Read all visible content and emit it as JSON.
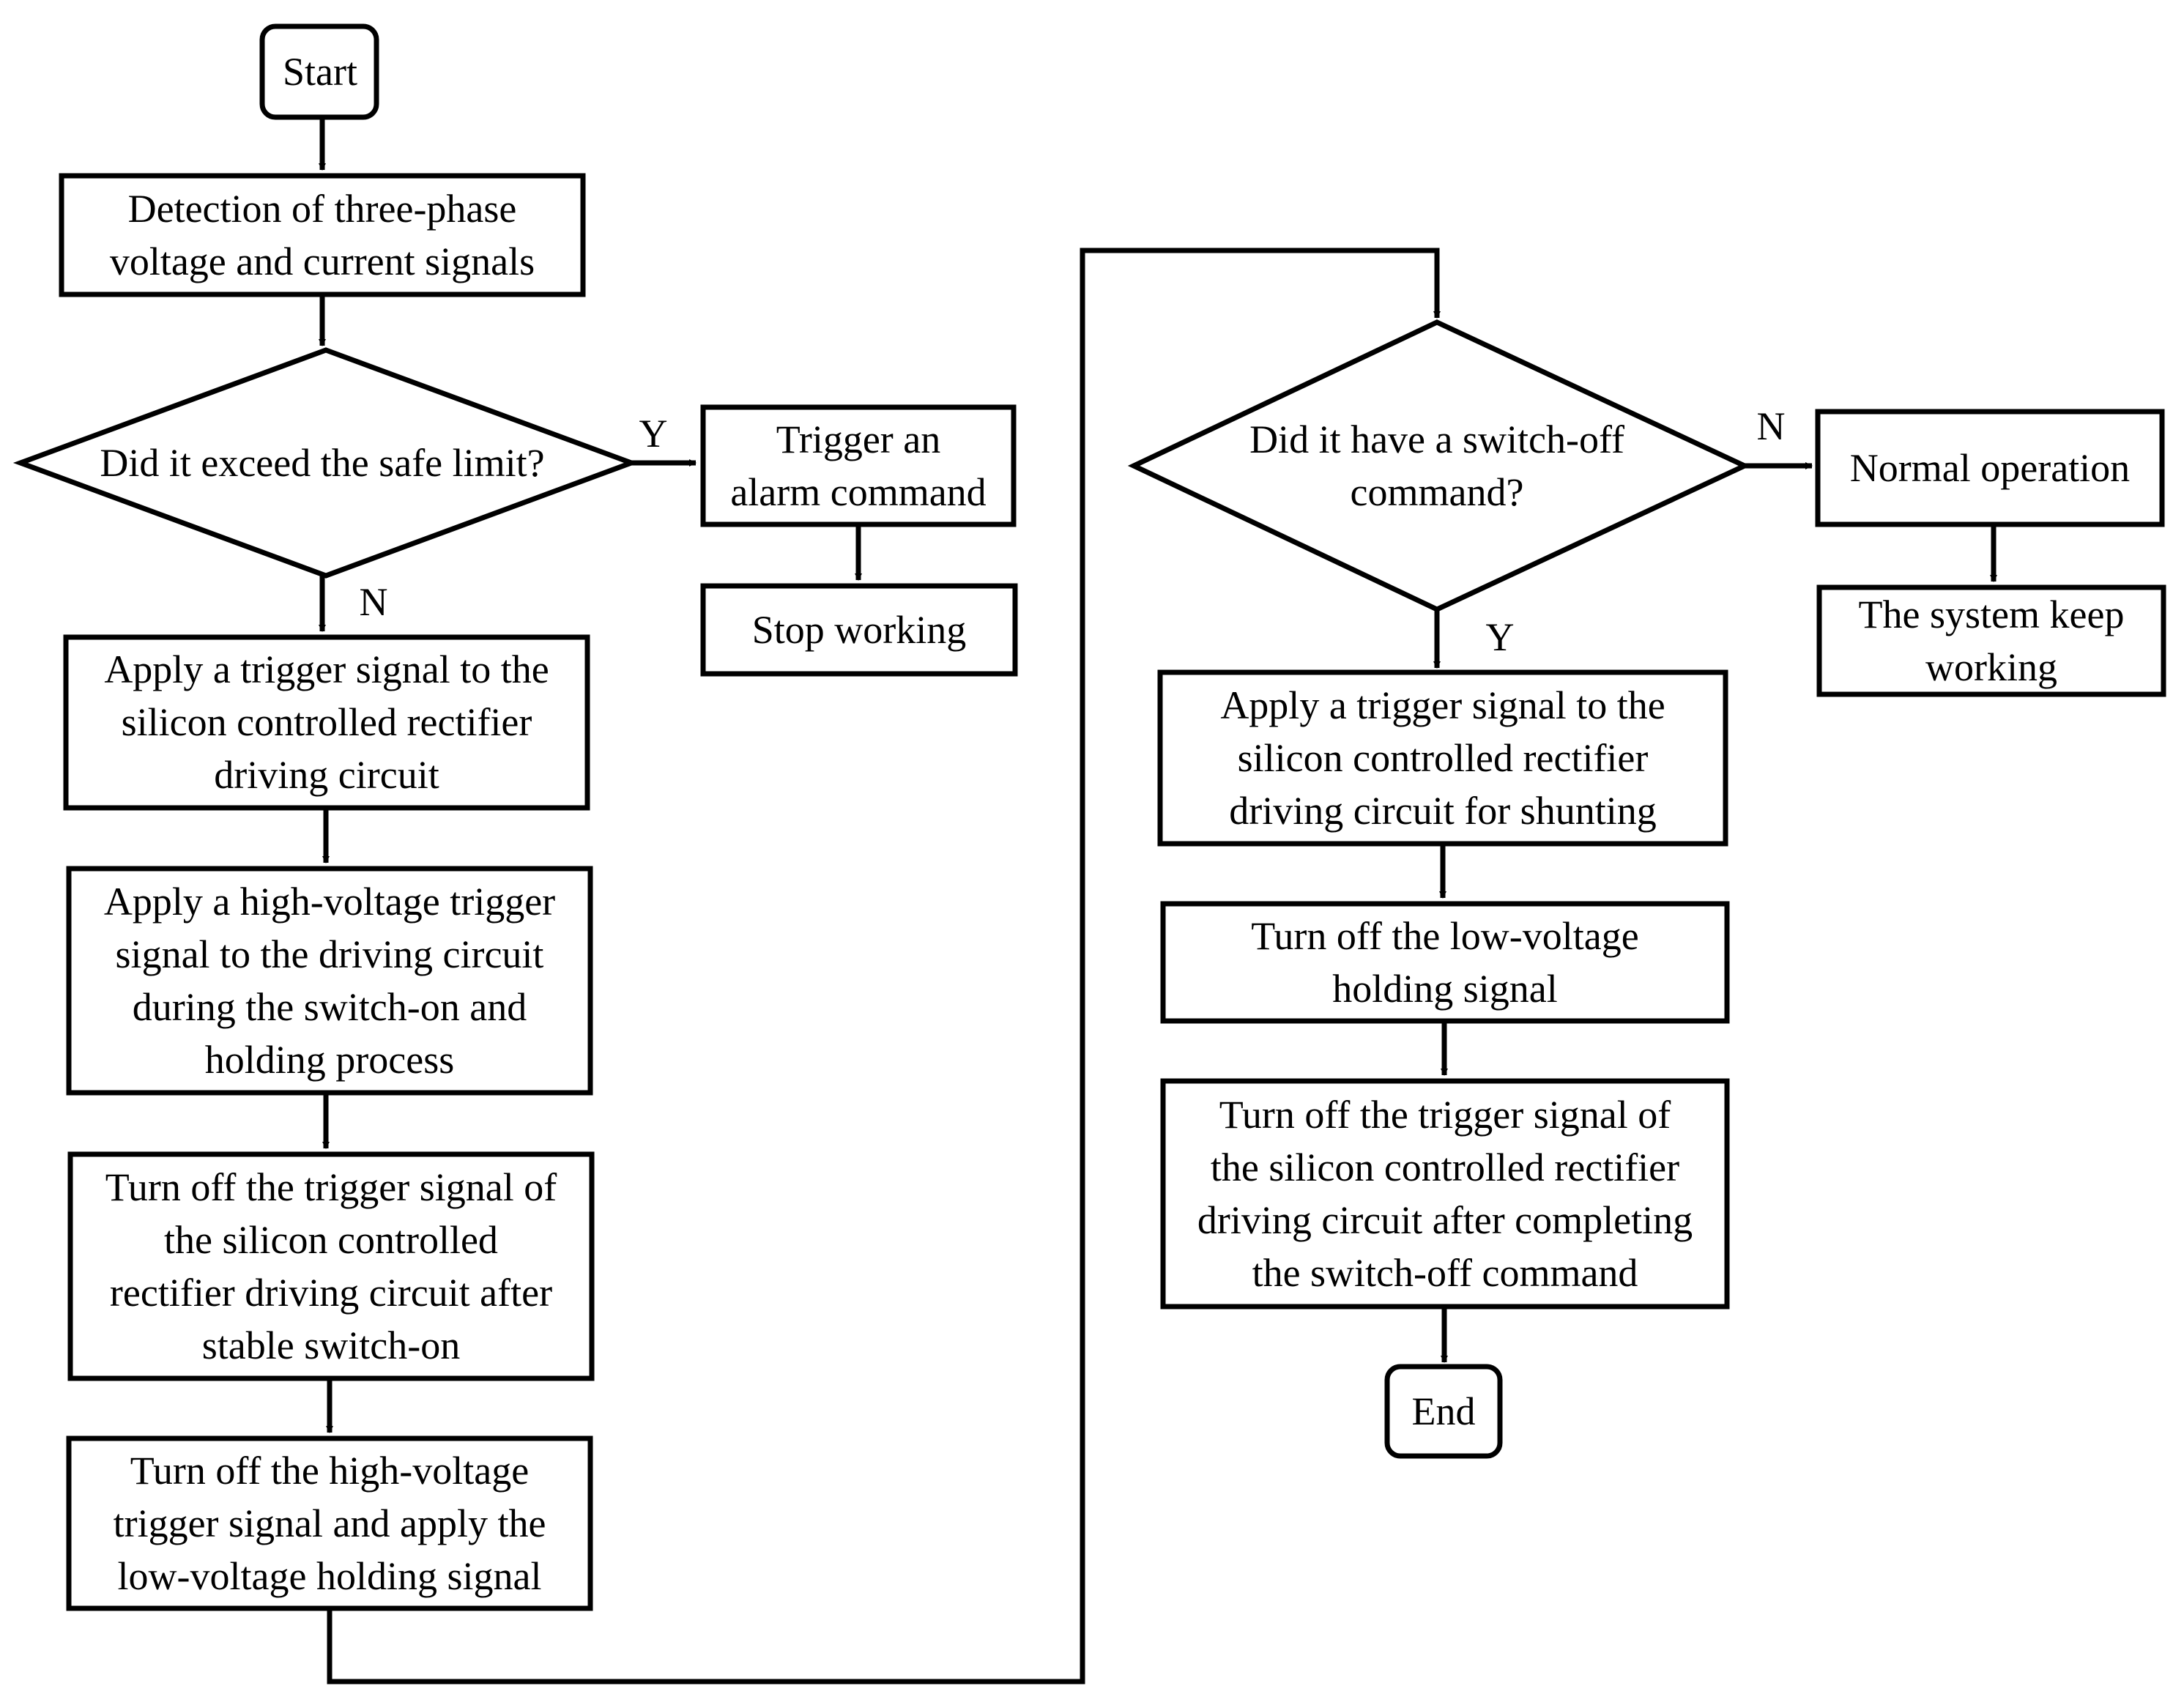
{
  "nodes": {
    "start": {
      "lines": [
        "Start"
      ]
    },
    "detect": {
      "lines": [
        "Detection of three-phase",
        "voltage and current signals"
      ]
    },
    "safe_limit": {
      "lines": [
        "Did it exceed the safe limit?"
      ]
    },
    "alarm": {
      "lines": [
        "Trigger an",
        "alarm command"
      ]
    },
    "stop": {
      "lines": [
        "Stop working"
      ]
    },
    "apply_trigger": {
      "lines": [
        "Apply a trigger signal to the",
        "silicon controlled rectifier",
        "driving circuit"
      ]
    },
    "apply_hv": {
      "lines": [
        "Apply a high-voltage trigger",
        "signal to the driving circuit",
        "during the switch-on and",
        "holding process"
      ]
    },
    "turn_off_trigger": {
      "lines": [
        "Turn off the trigger signal of",
        "the silicon controlled",
        "rectifier driving circuit after",
        "stable switch-on"
      ]
    },
    "turn_off_hv": {
      "lines": [
        "Turn off the high-voltage",
        "trigger signal and apply the",
        "low-voltage holding signal"
      ]
    },
    "switch_off_q": {
      "lines": [
        "Did it have a switch-off",
        "command?"
      ]
    },
    "normal": {
      "lines": [
        "Normal operation"
      ]
    },
    "keep_working": {
      "lines": [
        "The system keep",
        "working"
      ]
    },
    "apply_shunt": {
      "lines": [
        "Apply a trigger signal to the",
        "silicon controlled rectifier",
        "driving circuit for shunting"
      ]
    },
    "turn_off_lv": {
      "lines": [
        "Turn off the low-voltage",
        "holding signal"
      ]
    },
    "turn_off_final": {
      "lines": [
        "Turn off the trigger signal of",
        "the silicon controlled rectifier",
        "driving circuit after completing",
        "the switch-off command"
      ]
    },
    "end": {
      "lines": [
        "End"
      ]
    }
  },
  "edge_labels": {
    "safe_yes": "Y",
    "safe_no": "N",
    "switch_no": "N",
    "switch_yes": "Y"
  }
}
